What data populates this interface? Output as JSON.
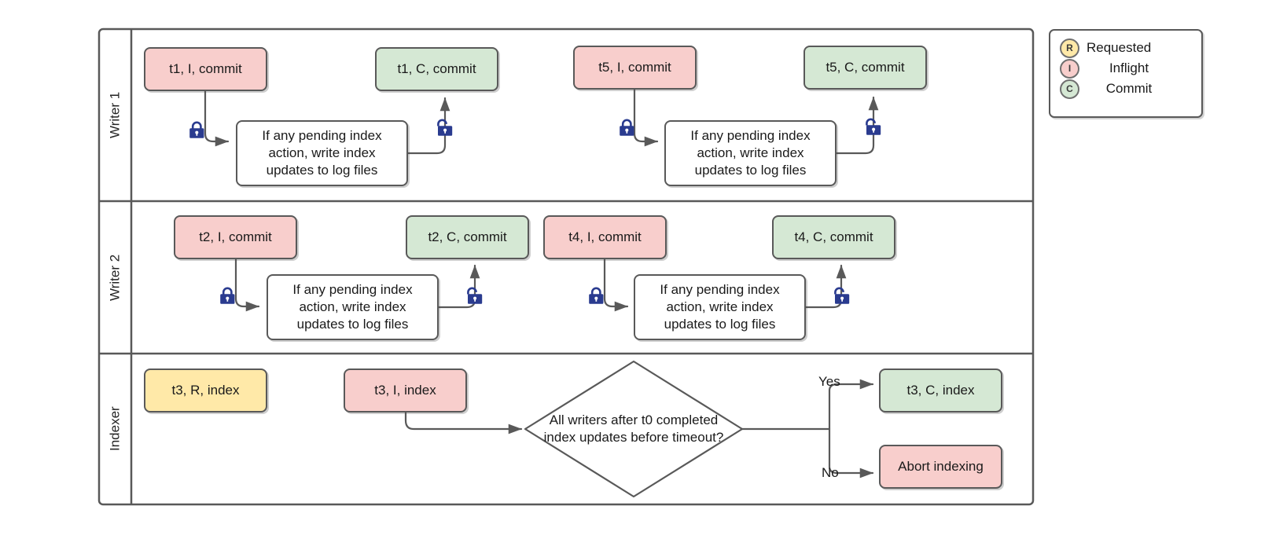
{
  "diagram": {
    "title_present": false,
    "colors": {
      "inflight": "#f8cecc",
      "commit": "#d5e8d4",
      "requested": "#ffe9a8",
      "stroke": "#595959",
      "lock": "#2a3b8f",
      "white": "#ffffff"
    },
    "lanes": [
      {
        "label": "Writer 1"
      },
      {
        "label": "Writer 2"
      },
      {
        "label": "Indexer"
      }
    ],
    "writer1": {
      "t1_inflight": "t1, I, commit",
      "t1_commit": "t1, C, commit",
      "process_1": "If any pending index action, write index updates to log files",
      "t5_inflight": "t5, I, commit",
      "t5_commit": "t5, C, commit",
      "process_2": "If any pending index action, write index updates to log files",
      "lock_closed_1": "lock-closed-icon",
      "lock_open_1": "lock-open-icon",
      "lock_closed_2": "lock-closed-icon",
      "lock_open_2": "lock-open-icon"
    },
    "writer2": {
      "t2_inflight": "t2, I, commit",
      "t2_commit": "t2, C, commit",
      "process_1": "If any pending index action, write index updates to log files",
      "t4_inflight": "t4, I, commit",
      "t4_commit": "t4, C, commit",
      "process_2": "If any pending index action, write index updates to log files",
      "lock_closed_1": "lock-closed-icon",
      "lock_open_1": "lock-open-icon",
      "lock_closed_2": "lock-closed-icon",
      "lock_open_2": "lock-open-icon"
    },
    "indexer": {
      "t3_requested": "t3, R, index",
      "t3_inflight": "t3, I, index",
      "decision": "All writers after t0 completed index updates before timeout?",
      "yes_label": "Yes",
      "no_label": "No",
      "t3_commit": "t3, C, index",
      "abort": "Abort indexing"
    },
    "legend": {
      "items": [
        {
          "badge": "R",
          "label": "Requested",
          "color": "#ffe9a8"
        },
        {
          "badge": "I",
          "label": "Inflight",
          "color": "#f8cecc"
        },
        {
          "badge": "C",
          "label": "Commit",
          "color": "#d5e8d4"
        }
      ]
    }
  }
}
